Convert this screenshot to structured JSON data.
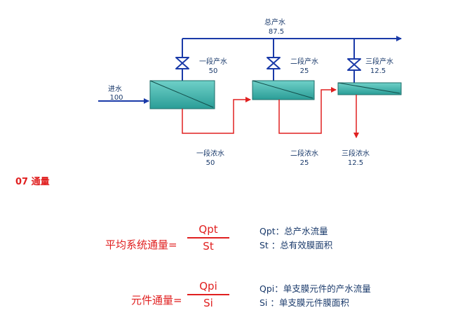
{
  "diagram": {
    "total_product": {
      "label": "总产水",
      "value": "87.5"
    },
    "feed": {
      "label": "进水",
      "value": "100"
    },
    "stages": [
      {
        "product_label": "一段产水",
        "product_value": "50",
        "concentrate_label": "一段浓水",
        "concentrate_value": "50"
      },
      {
        "product_label": "二段产水",
        "product_value": "25",
        "concentrate_label": "二段浓水",
        "concentrate_value": "25"
      },
      {
        "product_label": "三段产水",
        "product_value": "12.5",
        "concentrate_label": "三段浓水",
        "concentrate_value": "12.5"
      }
    ],
    "colors": {
      "permeate_line": "#1a3aa8",
      "concentrate_line": "#e02020",
      "vessel_fill": "#3ab0a8"
    }
  },
  "section": {
    "title": "07 通量"
  },
  "formulas": [
    {
      "label": "平均系统通量=",
      "numerator": "Qpt",
      "denominator": "St",
      "legend": [
        "Qpt：总产水流量",
        "St ：总有效膜面积"
      ]
    },
    {
      "label": "元件通量=",
      "numerator": "Qpi",
      "denominator": "Si",
      "legend": [
        "Qpi：单支膜元件的产水流量",
        "Si ：单支膜元件膜面积"
      ]
    }
  ]
}
